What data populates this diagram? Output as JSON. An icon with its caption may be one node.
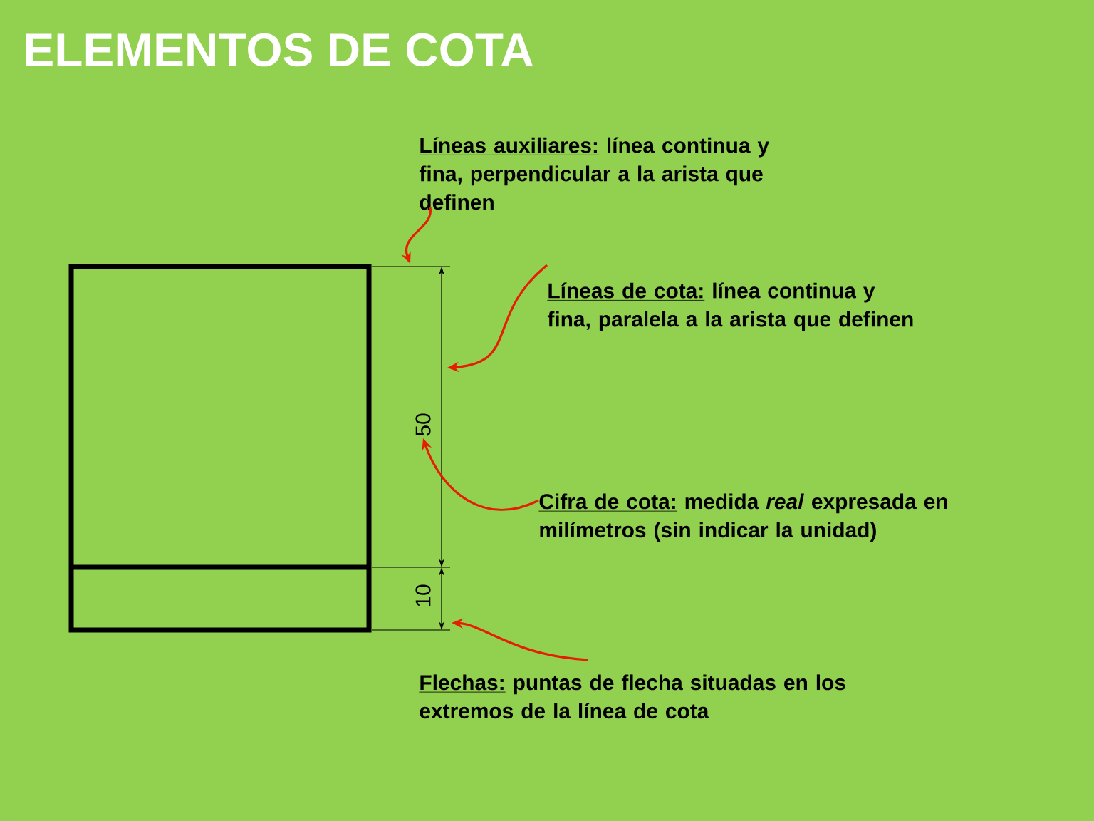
{
  "diagram": {
    "title": "ELEMENTOS DE COTA",
    "nodes": [
      {
        "text": [
          "Líneas auxiliares:",
          "línea continua y fina, perpendicular a la arista que definen"
        ]
      },
      {
        "text": [
          "Líneas de cota:",
          "línea continua y fina, paralela a la arista que definen"
        ]
      },
      {
        "text": [
          "Cifra de cota:",
          "medida *real* expresada en milímetros (sin indicar la unidad)"
        ]
      },
      {
        "text": [
          "50"
        ]
      },
      {
        "text": [
          "Flechas:",
          "puntas de flecha situadas en los extremos de la línea de cota"
        ]
      }
    ],
    "edges": [
      {
        "from": 0,
        "to": null,
        "arrow": "to"
      },
      {
        "from": 1,
        "to": null,
        "arrow": "to"
      },
      {
        "from": 2,
        "to": 3,
        "arrow": "to"
      },
      {
        "from": 4,
        "to": null,
        "arrow": "to"
      }
    ],
    "labels": [
      "10"
    ]
  }
}
